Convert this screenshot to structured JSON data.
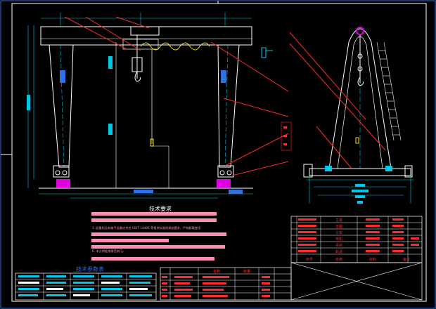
{
  "drawing": {
    "tech_requirements": {
      "title": "技术要求",
      "line3": "3. 起重机及其电气设备应符合 GB/T 14406 等相关标准的规定要求，严禁超载使用",
      "line6": "6. 未注明处按规范执行。"
    },
    "param_table": {
      "title": "技术参数表"
    },
    "parts_table": {
      "col_name": "名称",
      "col_qty": "数量"
    },
    "title_block": {
      "row_a": "主梁",
      "row_b": "支腿",
      "row_c": "小车",
      "row_d": "电机",
      "row_e": "吊钩",
      "row_f": "轨道",
      "foot_1": "序号",
      "foot_2": "名称",
      "foot_3": "材料",
      "foot_4": "备注"
    }
  },
  "colors": {
    "frame": "#2f6fe8",
    "white": "#ffffff",
    "cyan": "#00c8e8",
    "red": "#ff2a2a",
    "pink": "#ff8fb0",
    "magenta": "#e000e0",
    "yellow": "#ffe000"
  }
}
